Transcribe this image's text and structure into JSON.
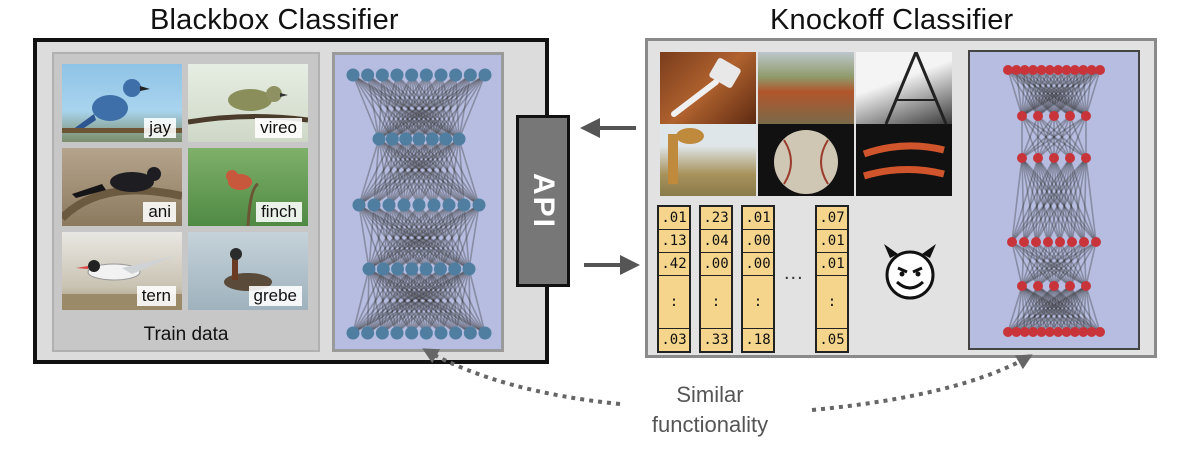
{
  "titles": {
    "blackbox": "Blackbox Classifier",
    "knockoff": "Knockoff Classifier"
  },
  "train": {
    "label": "Train data",
    "birds": [
      "jay",
      "vireo",
      "ani",
      "finch",
      "tern",
      "grebe"
    ]
  },
  "api": {
    "label": "API"
  },
  "vectors": [
    [
      ".01",
      ".13",
      ".42",
      ":",
      ".03"
    ],
    [
      ".23",
      ".04",
      ".00",
      ":",
      ".33"
    ],
    [
      ".01",
      ".00",
      ".00",
      ":",
      ".18"
    ],
    [
      ".07",
      ".01",
      ".01",
      ":",
      ".05"
    ]
  ],
  "ellipsis": "...",
  "caption": {
    "line1": "Similar",
    "line2": "functionality"
  },
  "colors": {
    "blackbox_node": "#4f7ea1",
    "knockoff_node": "#c8343a",
    "net_bg": "#b6bde0",
    "vector_fill": "#f5d58c"
  },
  "icons": [
    "devil-face-icon"
  ]
}
